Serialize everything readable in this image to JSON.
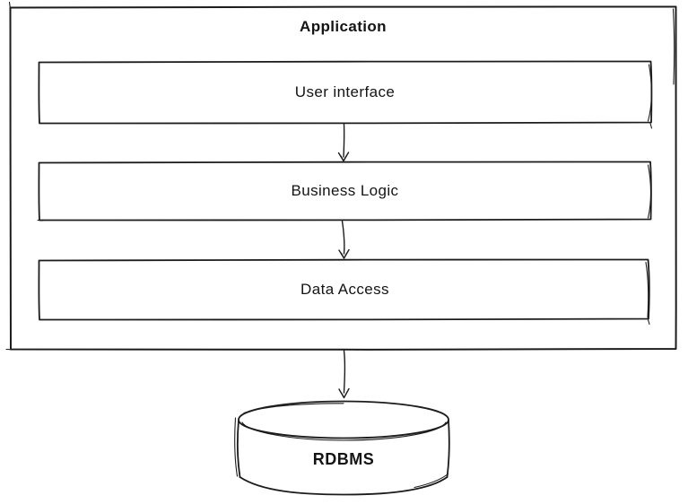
{
  "diagram": {
    "title": "Application",
    "layers": [
      {
        "label": "User interface"
      },
      {
        "label": "Business Logic"
      },
      {
        "label": "Data Access"
      }
    ],
    "database": {
      "label": "RDBMS"
    },
    "connections": [
      {
        "from": "User interface",
        "to": "Business Logic"
      },
      {
        "from": "Business Logic",
        "to": "Data Access"
      },
      {
        "from": "Application",
        "to": "RDBMS"
      }
    ],
    "colors": {
      "stroke": "#1c1c1c",
      "background": "#ffffff",
      "text": "#141414"
    },
    "style": "hand-drawn sketch"
  }
}
